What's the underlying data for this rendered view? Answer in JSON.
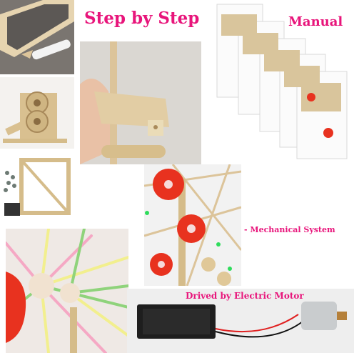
{
  "captions": {
    "step_by_step": "Step by Step",
    "manual": "Manual",
    "mechanical_system": "- Mechanical System",
    "electric_motor": "Drived by Electric Motor"
  },
  "colors": {
    "accent_pink": "#e8157b",
    "wood": "#dcc49a",
    "wheel_red": "#e8321f"
  }
}
